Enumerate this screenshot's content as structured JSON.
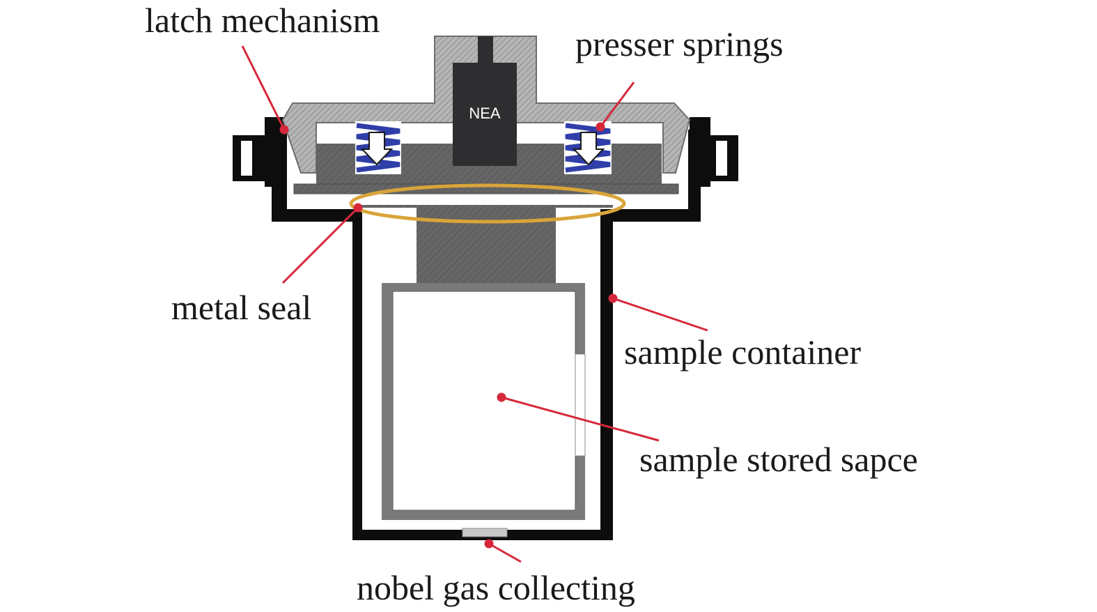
{
  "labels": {
    "latch_mechanism": "latch mechanism",
    "presser_springs": "presser springs",
    "metal_seal": "metal seal",
    "sample_container": "sample container",
    "sample_stored_space": "sample stored sapce",
    "noble_gas_collecting": "nobel gas collecting"
  },
  "device_text": "NEA",
  "colors": {
    "container_wall": "#0d0d0d",
    "lid_hatch": "#a8a8a8",
    "plunger": "#5f5f5f",
    "nea_block": "#2e2e30",
    "spring": "#2f3ea8",
    "seal_ring": "#d9a53a",
    "leader_line": "#d6283a",
    "label_text": "#1a1a1a",
    "background": "#ffffff"
  }
}
